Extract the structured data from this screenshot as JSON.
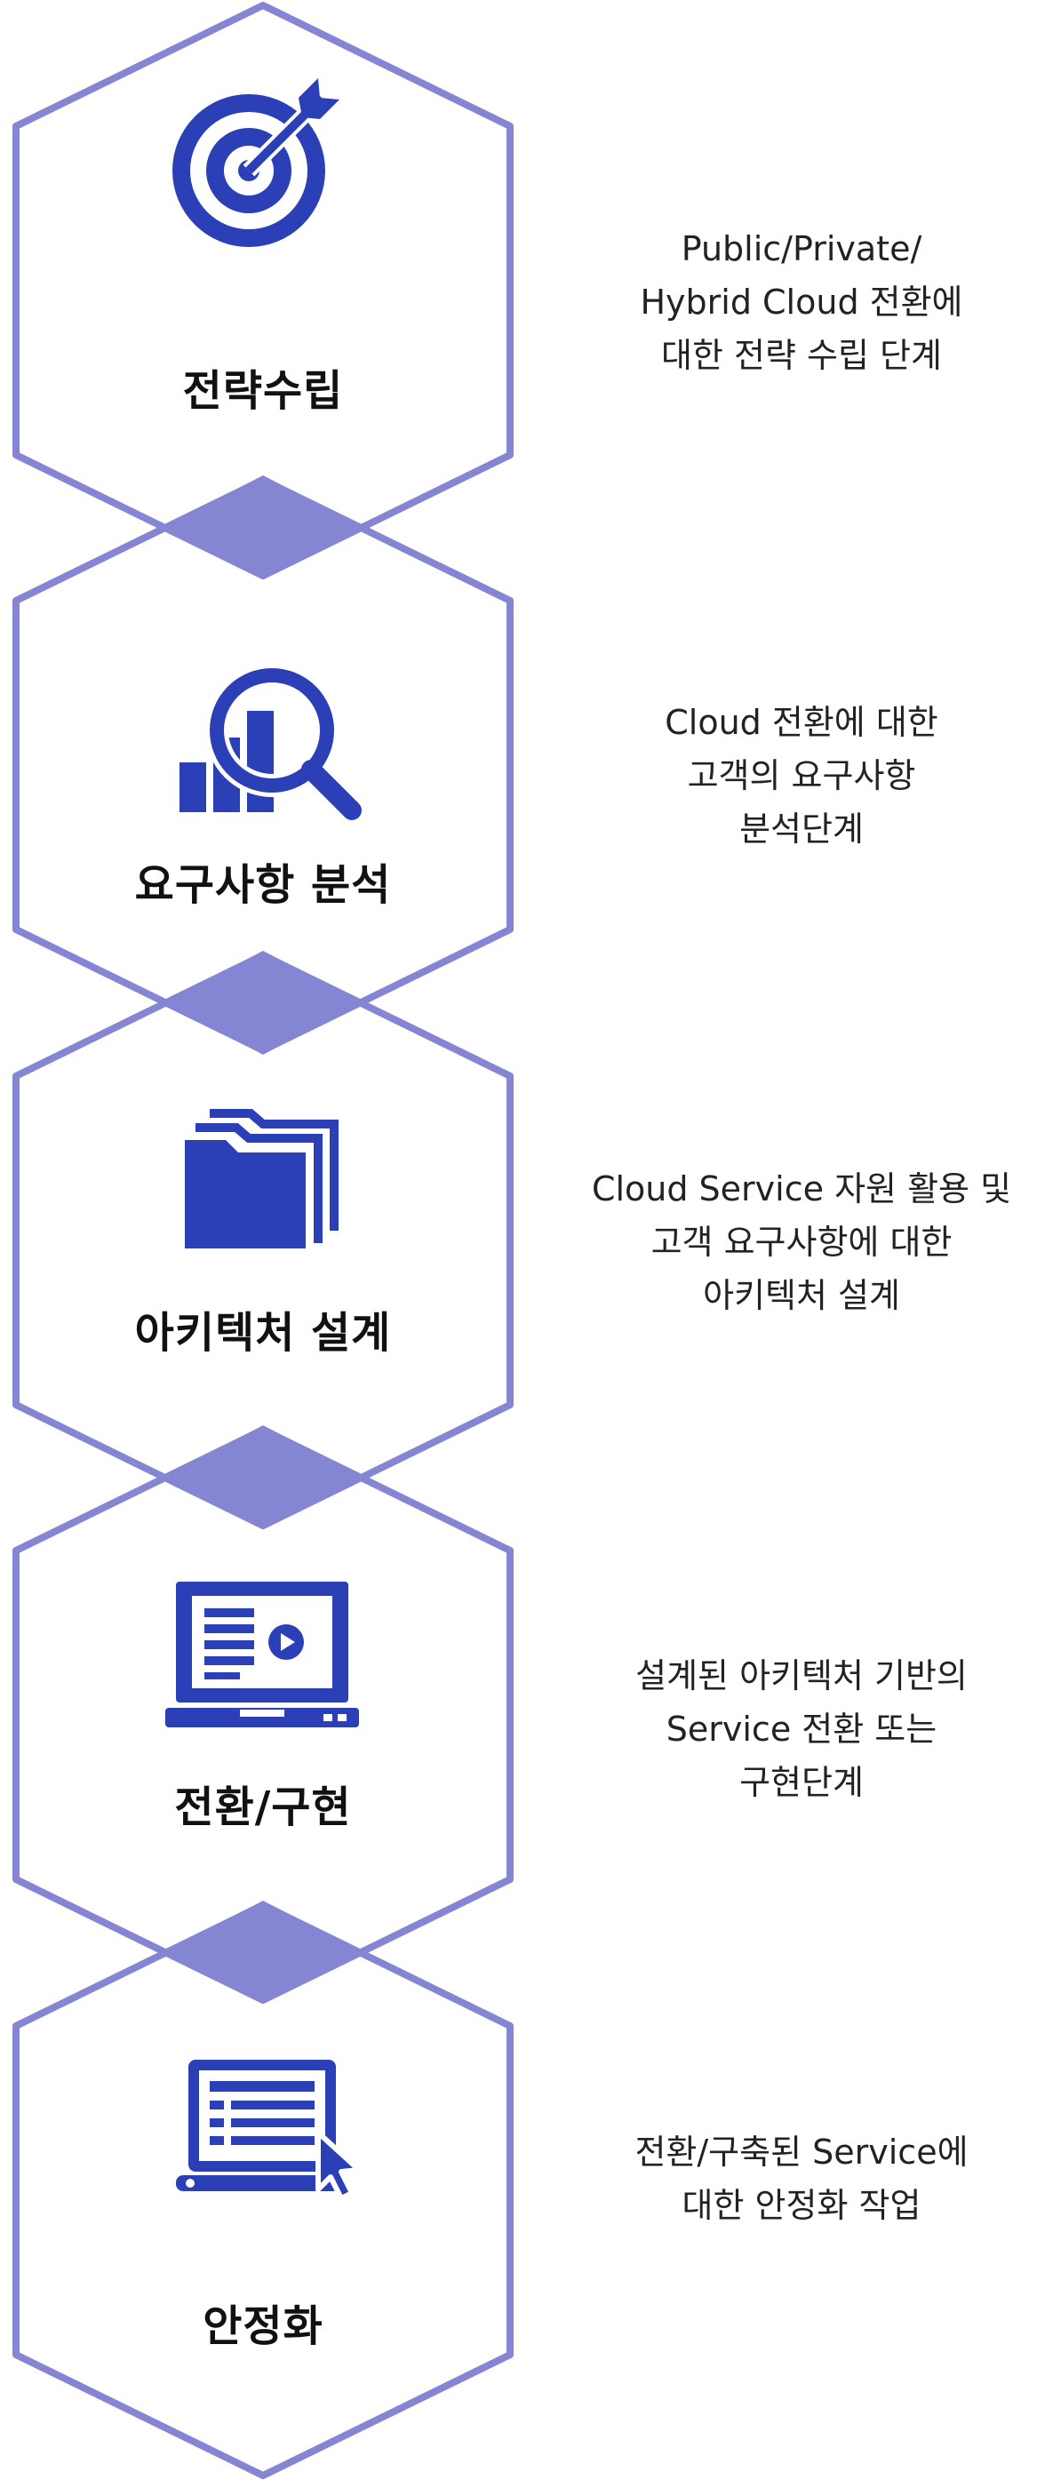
{
  "colors": {
    "hex_outline": "#8486d4",
    "connector_fill": "#8486d4",
    "icon_blue": "#2b40b7",
    "text_dark": "#111111",
    "text_desc": "#222222"
  },
  "steps": [
    {
      "title": "전략수립",
      "icon": "target-arrow-icon",
      "desc": [
        "Public/Private/",
        "Hybrid Cloud 전환에",
        "대한 전략 수립 단계"
      ]
    },
    {
      "title": "요구사항 분석",
      "icon": "magnifier-chart-icon",
      "desc": [
        "Cloud 전환에 대한",
        "고객의 요구사항",
        "분석단계"
      ]
    },
    {
      "title": "아키텍처 설계",
      "icon": "folders-icon",
      "desc": [
        "Cloud Service 자원 활용 및",
        "고객 요구사항에 대한",
        "아키텍처 설계"
      ]
    },
    {
      "title": "전환/구현",
      "icon": "laptop-video-icon",
      "desc": [
        "설계된 아키텍처 기반의",
        "Service 전환 또는",
        "구현단계"
      ]
    },
    {
      "title": "안정화",
      "icon": "laptop-cursor-icon",
      "desc": [
        "전환/구축된 Service에",
        "대한 안정화 작업"
      ]
    }
  ]
}
